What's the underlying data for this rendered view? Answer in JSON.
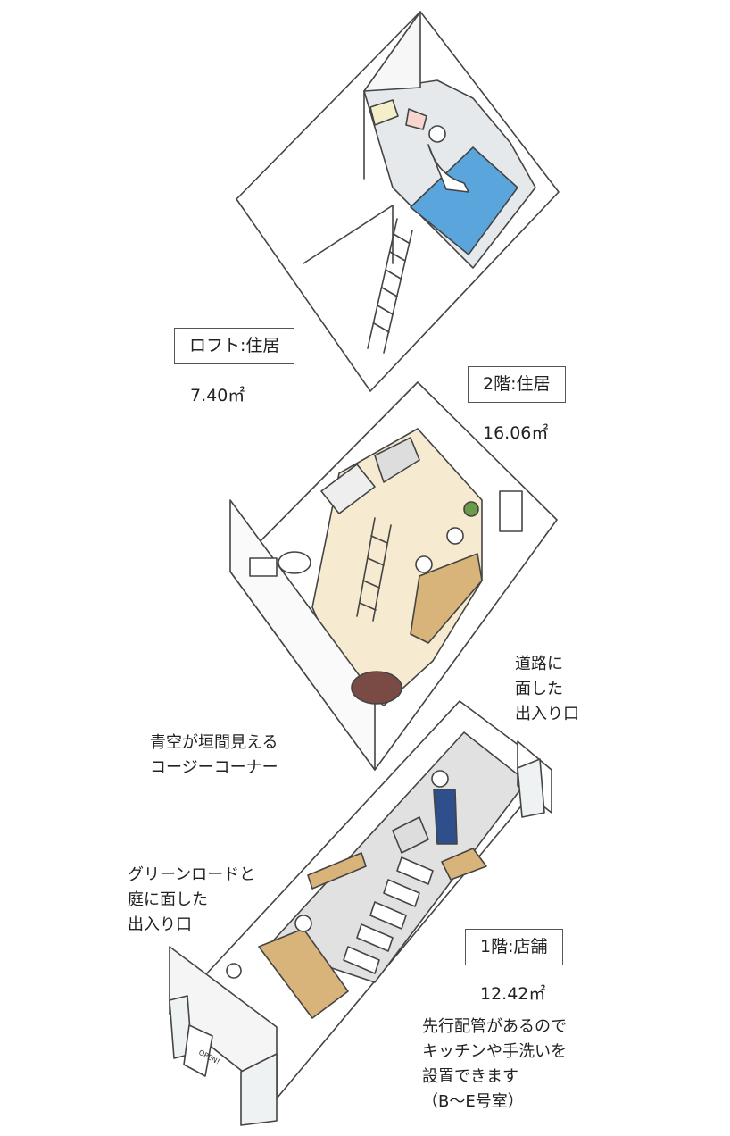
{
  "floors": {
    "loft": {
      "name": "ロフト:住居",
      "area": "7.40㎡"
    },
    "second": {
      "name": "2階:住居",
      "area": "16.06㎡"
    },
    "first": {
      "name": "1階:店舗",
      "area": "12.42㎡"
    }
  },
  "notes": {
    "road_entrance": "道路に\n面した\n出入り口",
    "cozy_corner": "青空が垣間見える\nコージーコーナー",
    "green_road_entrance": "グリーンロードと\n庭に面した\n出入り口",
    "plumbing": "先行配管があるので\nキッチンや手洗いを\n設置できます\n（B～E号室）"
  },
  "signs": {
    "open_sign": "OPEN!"
  },
  "colors": {
    "line": "#444444",
    "floor_loft": "#e6e9ec",
    "floor_residence": "#f6ead0",
    "floor_shop": "#e1e1e1",
    "rug": "#5aa6dc",
    "wood": "#d9b47a",
    "table": "#7a4b44"
  }
}
